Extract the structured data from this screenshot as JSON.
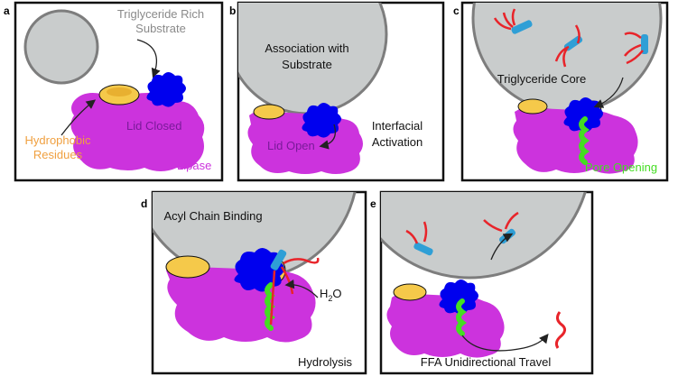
{
  "colors": {
    "lipase": "#cc33dd",
    "lid": "#0000ee",
    "hydrophobic": "#f5c94a",
    "substrate": "#c9cccc",
    "substrate_edge": "#7d7d7d",
    "fatty_chain": "#e8242a",
    "glycerol_head": "#2f9fd6",
    "pore": "#44dd22",
    "text_gray": "#8a8a8a",
    "text_orange": "#f0a040",
    "text_purple": "#7a1a9a",
    "text_magenta": "#cc33dd",
    "text_green": "#44dd22"
  },
  "panels": {
    "a": {
      "letter": "a",
      "substrate_label": [
        "Triglyceride Rich",
        "Substrate"
      ],
      "lid_label": "Lid Closed",
      "hydrophobic_label": [
        "Hydrophobic",
        "Residues"
      ],
      "lipase_label": "Lipase"
    },
    "b": {
      "letter": "b",
      "association_label": [
        "Association with",
        "Substrate"
      ],
      "activation_label": [
        "Interfacial",
        "Activation"
      ],
      "lid_label": "Lid Open"
    },
    "c": {
      "letter": "c",
      "core_label": "Triglyceride Core",
      "pore_label": "Pore Opening"
    },
    "d": {
      "letter": "d",
      "binding_label": "Acyl Chain Binding",
      "water_label": "H",
      "water_sub": "2",
      "water_o": "O",
      "hydrolysis_label": "Hydrolysis"
    },
    "e": {
      "letter": "e",
      "travel_label": "FFA Unidirectional Travel"
    }
  }
}
